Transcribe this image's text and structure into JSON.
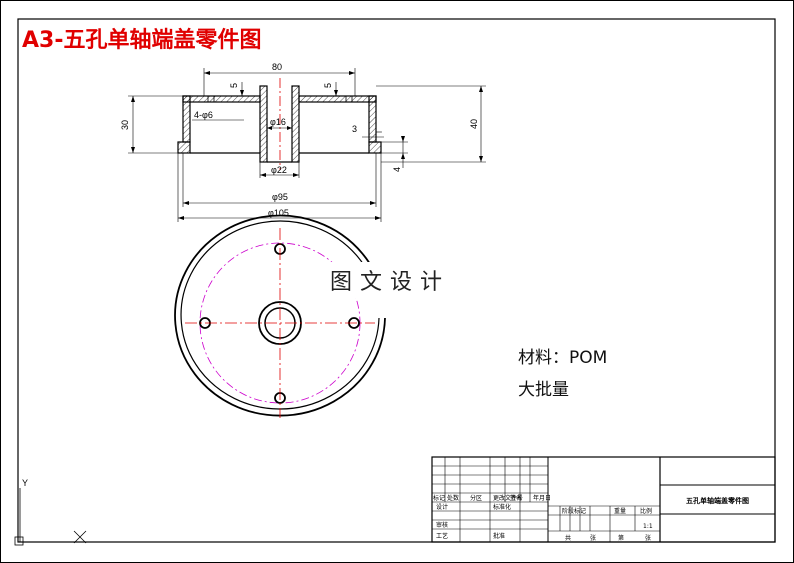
{
  "title": "A3-五孔单轴端盖零件图",
  "dimensions": {
    "d80": "80",
    "d5_left": "5",
    "d5_right": "5",
    "d30": "30",
    "d40": "40",
    "holes": "4-φ6",
    "bore": "φ16",
    "d3": "3",
    "d4": "4",
    "d22": "φ22",
    "d95": "φ95",
    "d105": "φ105"
  },
  "watermark": "图文设计",
  "notes": {
    "material": "材料：POM",
    "batch": "大批量"
  },
  "title_block": {
    "part_name": "五孔单轴端盖零件图",
    "scale": "1:1",
    "labels": [
      "标记",
      "处数",
      "分区",
      "更改文件号",
      "签名",
      "年月日",
      "设计",
      "标准化",
      "审核",
      "工艺",
      "批准",
      "阶段标记",
      "重量",
      "比例",
      "共",
      "张",
      "第",
      "张"
    ]
  },
  "ucs": {
    "y_label": "Y"
  },
  "colors": {
    "title": "#e00000",
    "center_line": "#e00000",
    "pitch_circle": "#cc00cc",
    "line": "#000000"
  }
}
